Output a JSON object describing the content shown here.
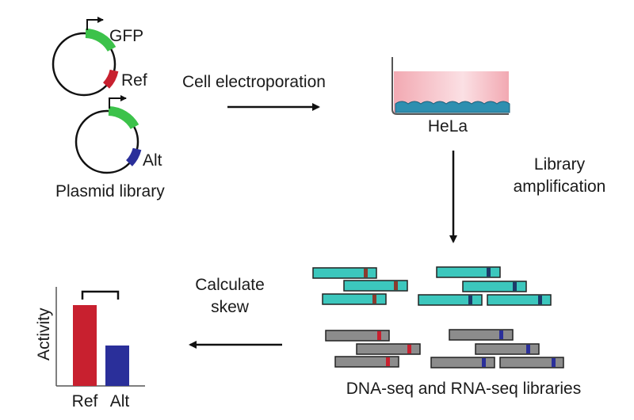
{
  "plasmids": {
    "gene_label": "GFP",
    "ref_label": "Ref",
    "alt_label": "Alt",
    "caption": "Plasmid library"
  },
  "steps": {
    "electroporation": "Cell electroporation",
    "cell_line": "HeLa",
    "amplification_line1": "Library",
    "amplification_line2": "amplification",
    "skew_line1": "Calculate",
    "skew_line2": "skew",
    "libraries": "DNA-seq and RNA-seq libraries"
  },
  "activity_plot": {
    "ylabel": "Activity",
    "categories": [
      "Ref",
      "Alt"
    ],
    "relative_values": [
      1.0,
      0.5
    ]
  },
  "colors": {
    "gfp": "#3cc24a",
    "ref": "#c8202f",
    "alt": "#2a2f9a",
    "dna_read": "#3cc7bd",
    "rna_read": "#8c8c8c",
    "media": "#f4b8c0"
  }
}
